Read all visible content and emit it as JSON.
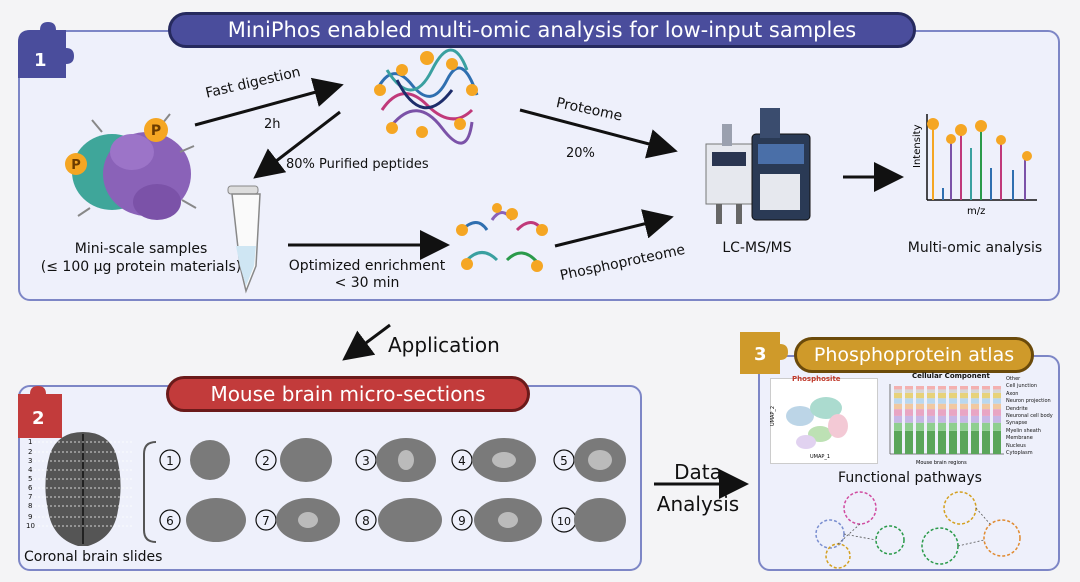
{
  "title": "MiniPhos enabled multi-omic analysis for low-input samples",
  "panel1": {
    "step": "1",
    "fast_digestion": "Fast digestion",
    "two_h": "2h",
    "purified": "80% Purified peptides",
    "proteome": "Proteome",
    "twenty_pct": "20%",
    "mini_scale_1": "Mini-scale samples",
    "mini_scale_2": "(≤ 100 µg protein materials)",
    "optimized_1": "Optimized enrichment",
    "optimized_2": "< 30 min",
    "phosphoproteome": "Phosphoproteome",
    "lcms": "LC-MS/MS",
    "multiomic": "Multi-omic analysis",
    "intensity": "Intensity",
    "mz": "m/z",
    "p_badge": "P"
  },
  "application": "Application",
  "panel2": {
    "step": "2",
    "title": "Mouse brain micro-sections",
    "footer": "Coronal brain slides",
    "slices": [
      "1",
      "2",
      "3",
      "4",
      "5",
      "6",
      "7",
      "8",
      "9",
      "10"
    ],
    "ruler": [
      "1",
      "2",
      "3",
      "4",
      "5",
      "6",
      "7",
      "8",
      "9",
      "10"
    ]
  },
  "data_analysis_1": "Data",
  "data_analysis_2": "Analysis",
  "panel3": {
    "step": "3",
    "title": "Phosphoprotein atlas",
    "phosphosite": "Phosphosite",
    "cellular": "Cellular Component",
    "functional": "Functional pathways",
    "umap_x": "UMAP_1",
    "umap_y": "UMAP_2",
    "regions_label": "Mouse brain regions",
    "legend": [
      "Other",
      "Cell junction",
      "Axon",
      "Neuron projection",
      "Dendrite",
      "Neuronal cell body",
      "Synapse",
      "Myelin sheath",
      "Membrane",
      "Nucleus",
      "Cytoplasm"
    ]
  },
  "colors": {
    "title_banner": "#4a4d9c",
    "panel_border": "#7d86c6",
    "red_banner": "#c23b3b",
    "gold_banner": "#cf9a2a",
    "phospho": "#f5a623"
  }
}
